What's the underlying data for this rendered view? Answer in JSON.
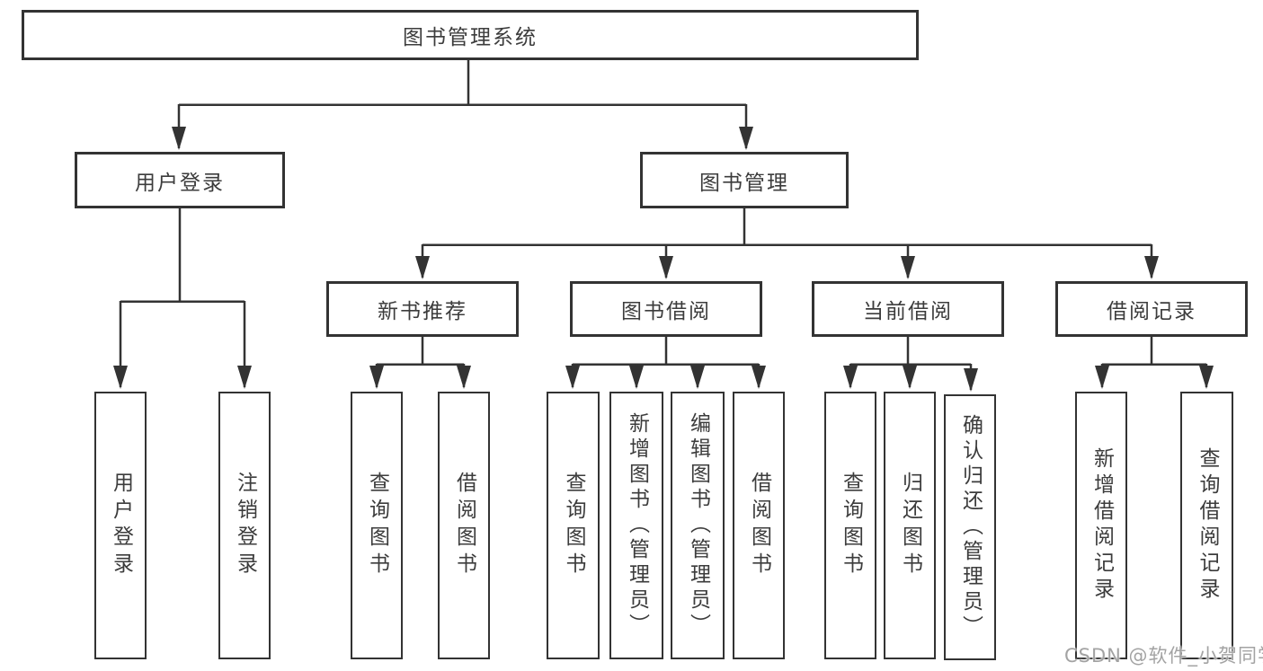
{
  "diagram_title": "图书管理系统",
  "tree": {
    "root": {
      "label": "图书管理系统"
    },
    "branches": [
      {
        "label": "用户登录",
        "children": [
          {
            "label": "用户登录"
          },
          {
            "label": "注销登录"
          }
        ]
      },
      {
        "label": "图书管理",
        "children": [
          {
            "label": "新书推荐",
            "children": [
              {
                "label": "查询图书"
              },
              {
                "label": "借阅图书"
              }
            ]
          },
          {
            "label": "图书借阅",
            "children": [
              {
                "label": "查询图书"
              },
              {
                "label": "新增图书（管理员）"
              },
              {
                "label": "编辑图书（管理员）"
              },
              {
                "label": "借阅图书"
              }
            ]
          },
          {
            "label": "当前借阅",
            "children": [
              {
                "label": "查询图书"
              },
              {
                "label": "归还图书"
              },
              {
                "label": "确认归还（管理员）"
              }
            ]
          },
          {
            "label": "借阅记录",
            "children": [
              {
                "label": "新增借阅记录"
              },
              {
                "label": "查询借阅记录"
              }
            ]
          }
        ]
      }
    ]
  },
  "watermark": {
    "text": "CSDN @软件_小贺同学"
  },
  "colors": {
    "line": "#333333",
    "box_border": "#333333",
    "box_fill": "#ffffff",
    "text": "#3c3c3c",
    "background": "#ffffff",
    "watermark": "#a3a3a3"
  }
}
